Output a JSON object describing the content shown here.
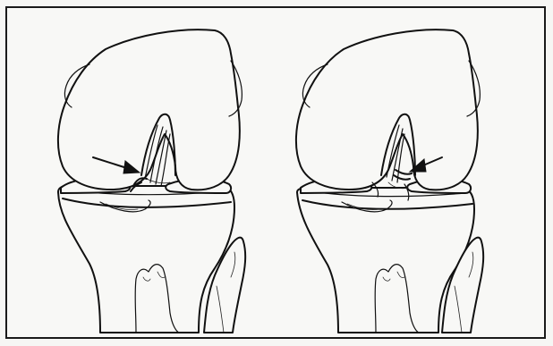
{
  "figure": {
    "panels": [
      {
        "id": "left",
        "structures": [
          "femur",
          "tibia",
          "fibula",
          "ligament",
          "arrow"
        ]
      },
      {
        "id": "right",
        "structures": [
          "femur",
          "tibia",
          "fibula",
          "ligament",
          "arrow"
        ]
      }
    ],
    "ink_color": "#111111",
    "background_color": "#f8f8f6"
  }
}
